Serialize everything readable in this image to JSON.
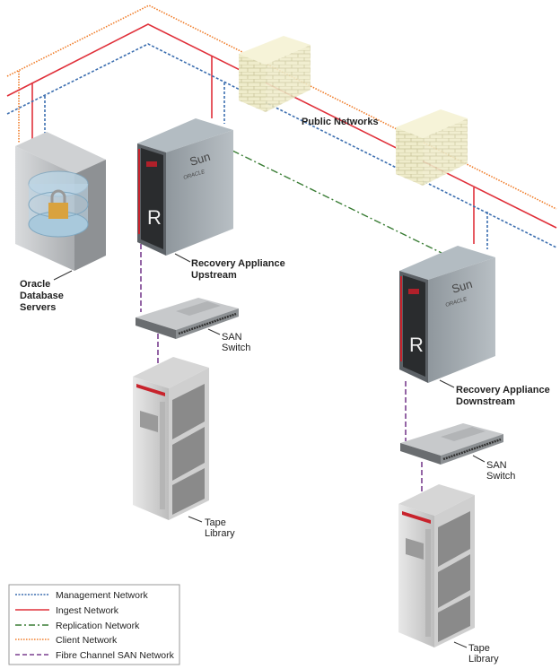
{
  "labels": {
    "public_networks": "Public Networks",
    "db_servers": [
      "Oracle",
      "Database",
      "Servers"
    ],
    "upstream": [
      "Recovery Appliance",
      "Upstream"
    ],
    "downstream": [
      "Recovery Appliance",
      "Downstream"
    ],
    "san_switch": [
      "SAN",
      "Switch"
    ],
    "tape_library": [
      "Tape",
      "Library"
    ],
    "appliance_brand": "Sun",
    "appliance_brand_sub": "ORACLE",
    "appliance_letter": "R"
  },
  "legend": [
    {
      "label": "Management Network",
      "color": "#3d6fb0",
      "style": "dotted"
    },
    {
      "label": "Ingest Network",
      "color": "#e0303a",
      "style": "solid"
    },
    {
      "label": "Replication Network",
      "color": "#3a7d35",
      "style": "dash-dot"
    },
    {
      "label": "Client Network",
      "color": "#f07d2a",
      "style": "dotted"
    },
    {
      "label": "Fibre Channel SAN Network",
      "color": "#7a3f8f",
      "style": "dashed"
    }
  ]
}
